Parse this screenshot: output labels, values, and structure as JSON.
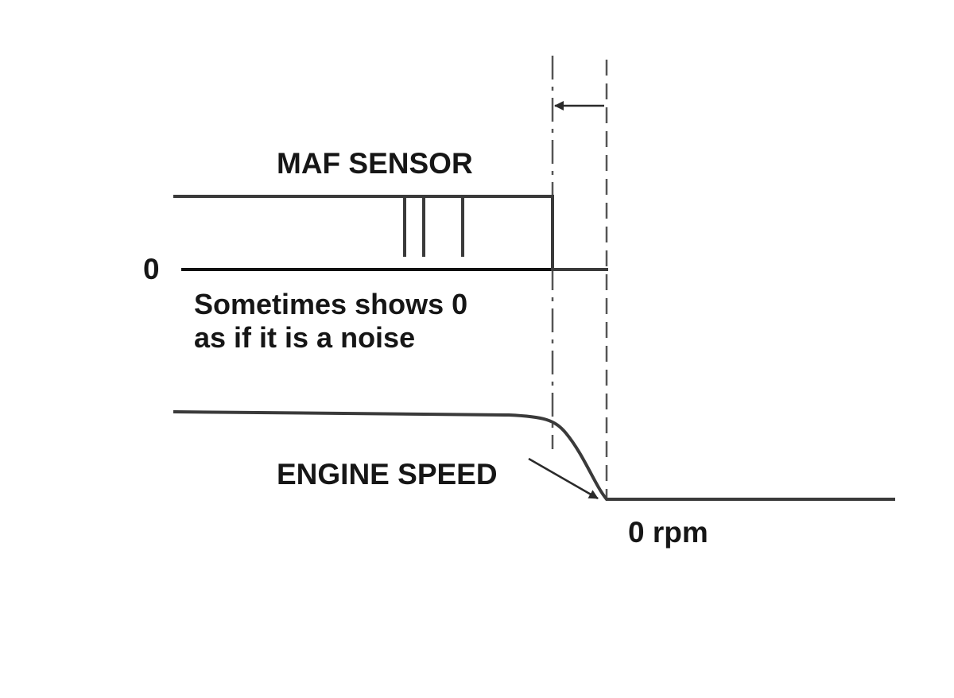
{
  "labels": {
    "maf_title": "MAF SENSOR",
    "zero_level": "0",
    "note_line1": "Sometimes shows 0",
    "note_line2": "as if it is a noise",
    "engine_title": "ENGINE SPEED",
    "rpm_zero": "0 rpm"
  },
  "colors": {
    "line": "#3a3a3a",
    "text": "#161616",
    "background": "#ffffff"
  }
}
